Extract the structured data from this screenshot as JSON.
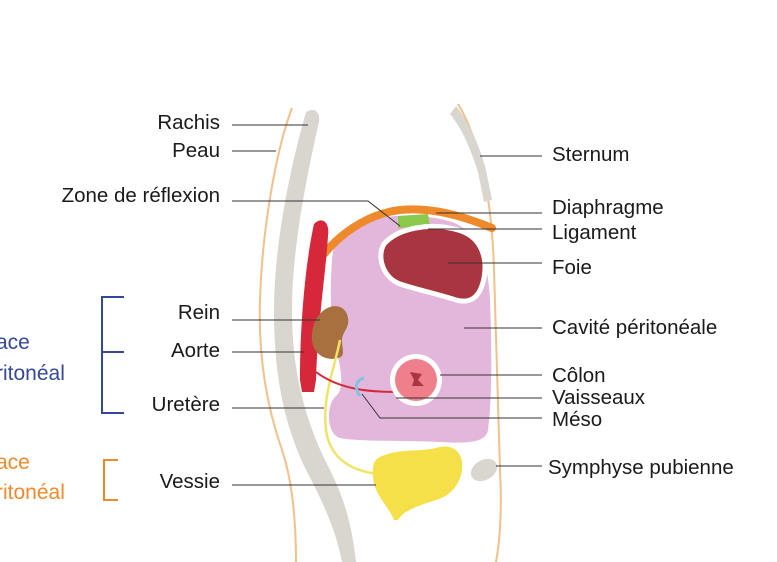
{
  "labels": {
    "rachis": "Rachis",
    "peau": "Peau",
    "zone_reflexion": "Zone de réflexion",
    "rein": "Rein",
    "aorte": "Aorte",
    "uretere": "Uretère",
    "vessie": "Vessie",
    "sternum": "Sternum",
    "diaphragme": "Diaphragme",
    "ligament": "Ligament",
    "foie": "Foie",
    "cavite": "Cavité péritonéale",
    "colon": "Côlon",
    "vaisseaux": "Vaisseaux",
    "meso": "Méso",
    "symphyse": "Symphyse pubienne"
  },
  "groups": {
    "retro_line1": "ace",
    "retro_line2": "ritonéal",
    "sous_line1": "ace",
    "sous_line2": "ritonéal"
  },
  "colors": {
    "skin_outline": "#f2c08a",
    "spine": "#d9d6d0",
    "diaphragm": "#ef8a2c",
    "ligament": "#8cc84b",
    "liver": "#a8353f",
    "peritoneal_cavity": "#e3b7db",
    "aorta": "#d6283a",
    "kidney": "#a8703f",
    "colon": "#f07f8c",
    "meso": "#7fc4e0",
    "bladder": "#f5e04a",
    "ureter": "#f1e26a",
    "retroperitoneal_bracket": "#35479a",
    "subperitoneal_bracket": "#ef8a2c",
    "leader_line": "#333333"
  }
}
